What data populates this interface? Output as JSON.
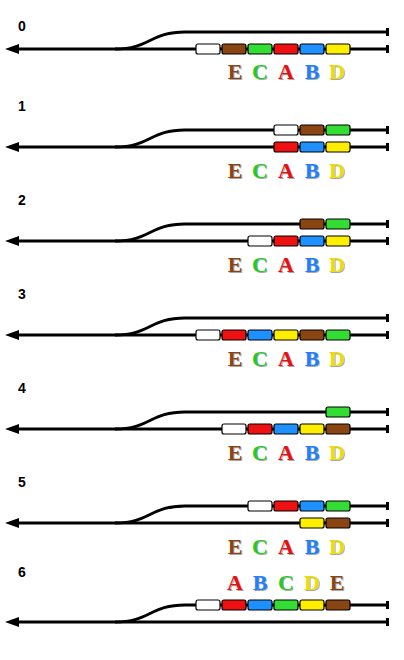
{
  "diagram": {
    "labels": [
      "0",
      "E",
      "C",
      "A",
      "B",
      "D",
      "1",
      "E",
      "C",
      "A",
      "B",
      "D",
      "2",
      "E",
      "C",
      "A",
      "B",
      "D",
      "3",
      "E",
      "C",
      "A",
      "B",
      "D",
      "4",
      "E",
      "C",
      "A",
      "B",
      "D",
      "5",
      "E",
      "C",
      "A",
      "B",
      "D",
      "6",
      "A",
      "B",
      "C",
      "D",
      "E"
    ]
  }
}
